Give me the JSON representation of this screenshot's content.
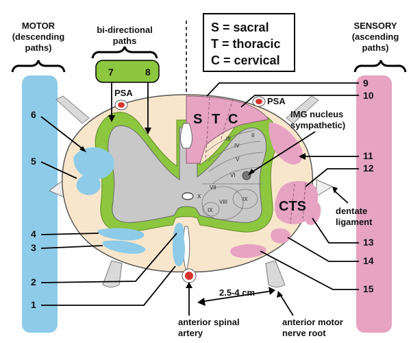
{
  "legend": {
    "sacral": "S = sacral",
    "thoracic": "T = thoracic",
    "cervical": "C = cervical"
  },
  "motor_header": [
    "MOTOR",
    "(descending",
    "paths)"
  ],
  "sensory_header": [
    "SENSORY",
    "(ascending",
    "paths)"
  ],
  "bidirectional_header": [
    "bi-directional",
    "paths"
  ],
  "tracts": {
    "left_numbers": [
      "6",
      "5",
      "4",
      "3",
      "2",
      "1"
    ],
    "bidirectional_numbers": [
      "7",
      "8"
    ],
    "right_numbers": [
      "9",
      "10",
      "11",
      "12",
      "13",
      "14",
      "15"
    ]
  },
  "labels": {
    "psa_left": "PSA",
    "psa_right": "PSA",
    "img_nucleus": [
      "IMG nucleus",
      "sympathetic)"
    ],
    "dentate": [
      "dentate",
      "ligament"
    ],
    "cts": "CTS",
    "s": "S",
    "t": "T",
    "c": "C",
    "distance": "2.5-4 cm",
    "anterior_spinal_artery": [
      "anterior spinal",
      "artery"
    ],
    "anterior_motor_root": [
      "anterior motor",
      "nerve root"
    ]
  },
  "laminae": [
    "II",
    "III",
    "IV",
    "V",
    "VI",
    "VII",
    "VIII",
    "IX",
    "IX",
    "X"
  ],
  "colors": {
    "cord": "#f8e6cc",
    "gray_matter": "#c8c8c8",
    "rim": "#8dc63f",
    "motor_tract": "#8ecbe8",
    "sensory_tract": "#e6a3c2",
    "artery": "#d6342e",
    "motor_bar": "#8ecbe8",
    "sensory_bar": "#e6a3c2"
  }
}
